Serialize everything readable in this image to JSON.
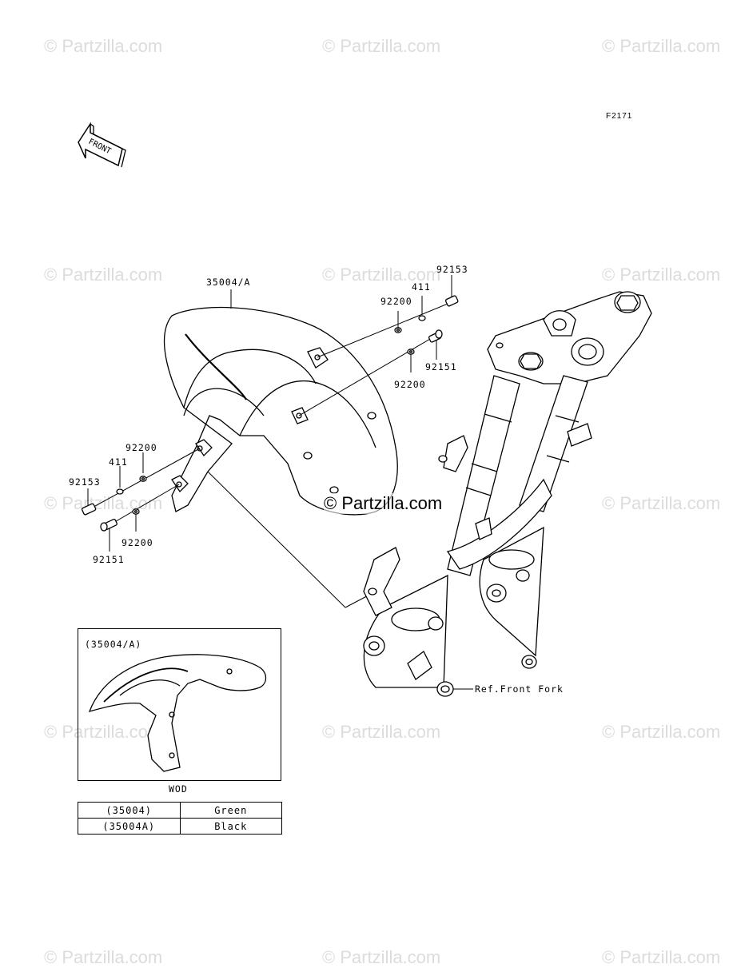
{
  "watermark": {
    "text": "© Partzilla.com",
    "center_text": "© Partzilla.com"
  },
  "figure_code": "F2171",
  "front_arrow_label": "FRONT",
  "callouts": {
    "fender": "35004/A",
    "bolt_right_top": "92153",
    "washer_411_right": "411",
    "washer_92200_right_top": "92200",
    "screw_right": "92151",
    "washer_92200_right_bottom": "92200",
    "washer_92200_left_top": "92200",
    "washer_411_left": "411",
    "bolt_left": "92153",
    "washer_92200_left_bottom": "92200",
    "screw_left": "92151",
    "front_fork_ref": "Ref.Front Fork"
  },
  "legend": {
    "title": "(35004/A)",
    "caption": "WOD",
    "rows": [
      {
        "part": "(35004)",
        "color": "Green"
      },
      {
        "part": "(35004A)",
        "color": "Black"
      }
    ]
  }
}
